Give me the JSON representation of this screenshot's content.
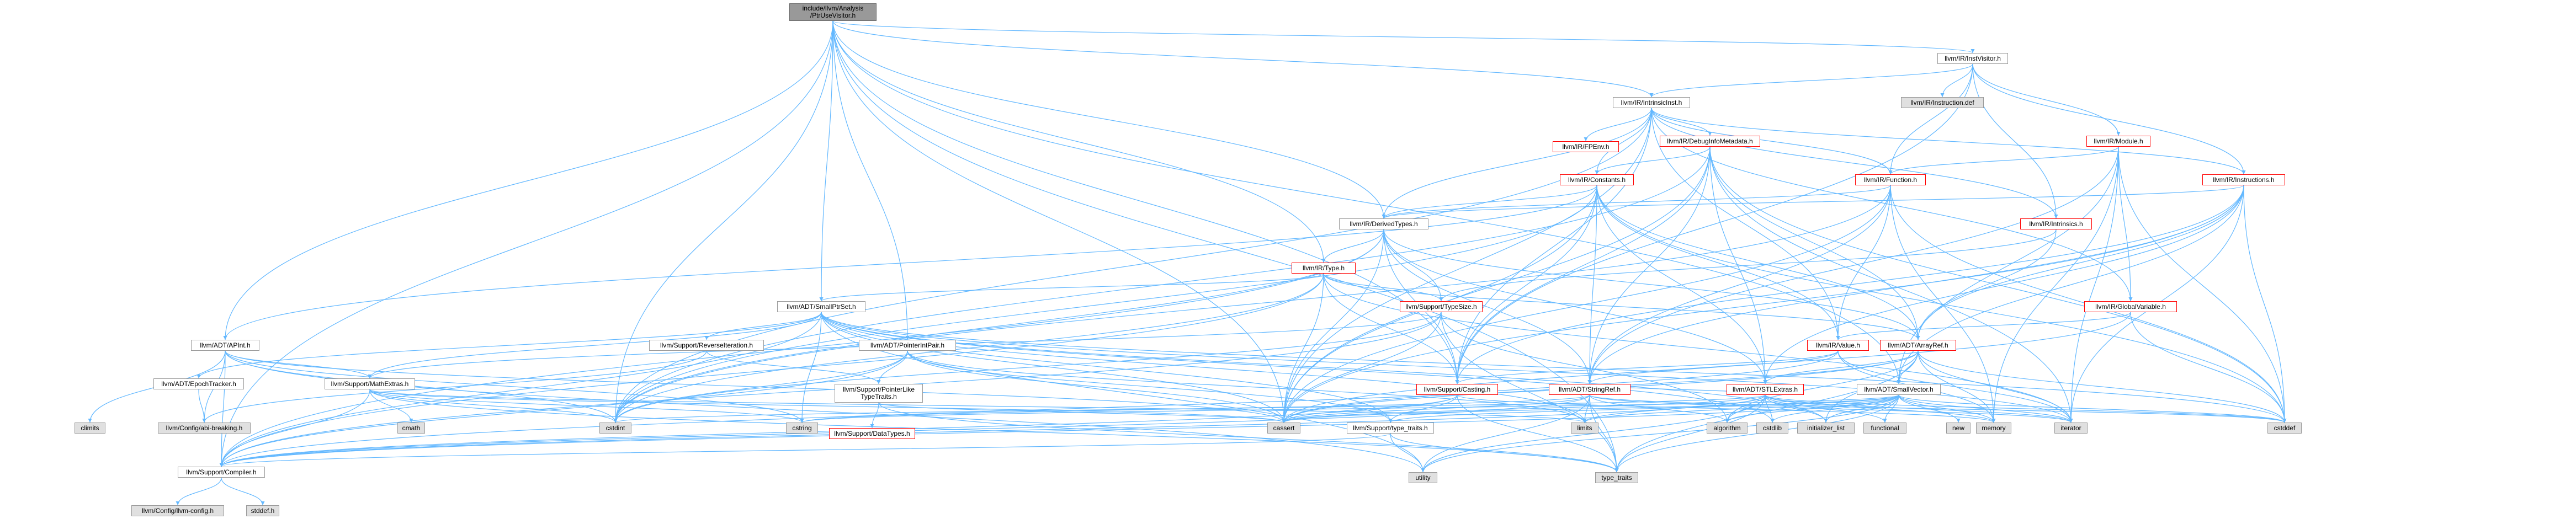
{
  "colors": {
    "edge": "#63b8ff",
    "box_border": "#999999",
    "box_border_truncated": "#ff0000",
    "box_fill": "#ffffff",
    "system_header_fill": "#e0e0e0",
    "root_fill": "#999999"
  },
  "nodes": {
    "root": "include/llvm/Analysis\n/PtrUseVisitor.h",
    "instvisitor": "llvm/IR/InstVisitor.h",
    "instruction_def": "llvm/IR/Instruction.def",
    "intrinsicinst": "llvm/IR/IntrinsicInst.h",
    "module": "llvm/IR/Module.h",
    "fpenv": "llvm/IR/FPEnv.h",
    "debuginfometadata": "llvm/IR/DebugInfoMetadata.h",
    "function": "llvm/IR/Function.h",
    "instructions": "llvm/IR/Instructions.h",
    "constants": "llvm/IR/Constants.h",
    "derivedtypes": "llvm/IR/DerivedTypes.h",
    "intrinsics": "llvm/IR/Intrinsics.h",
    "type": "llvm/IR/Type.h",
    "smallptrset": "llvm/ADT/SmallPtrSet.h",
    "typesize": "llvm/Support/TypeSize.h",
    "globalvariable": "llvm/IR/GlobalVariable.h",
    "apint": "llvm/ADT/APInt.h",
    "reverseiteration": "llvm/Support/ReverseIteration.h",
    "pointerintpair": "llvm/ADT/PointerIntPair.h",
    "value": "llvm/IR/Value.h",
    "arrayref": "llvm/ADT/ArrayRef.h",
    "epochtracker": "llvm/ADT/EpochTracker.h",
    "mathextras": "llvm/Support/MathExtras.h",
    "pointerliketypetraits": "llvm/Support/PointerLike\nTypeTraits.h",
    "casting": "llvm/Support/Casting.h",
    "stringref": "llvm/ADT/StringRef.h",
    "stlextras": "llvm/ADT/STLExtras.h",
    "smallvector": "llvm/ADT/SmallVector.h",
    "climits": "climits",
    "abibreaking": "llvm/Config/abi-breaking.h",
    "cmath": "cmath",
    "cstdint": "cstdint",
    "cstring": "cstring",
    "datatypes": "llvm/Support/DataTypes.h",
    "cassert": "cassert",
    "typetraitsllvm": "llvm/Support/type_traits.h",
    "limits": "limits",
    "algorithm": "algorithm",
    "cstdlib": "cstdlib",
    "initializer_list": "initializer_list",
    "functional": "functional",
    "new": "new",
    "memory": "memory",
    "iterator": "iterator",
    "cstddef": "cstddef",
    "compiler": "llvm/Support/Compiler.h",
    "utility": "utility",
    "type_traits": "type_traits",
    "llvmconfig": "llvm/Config/llvm-config.h",
    "stddef": "stddef.h"
  }
}
